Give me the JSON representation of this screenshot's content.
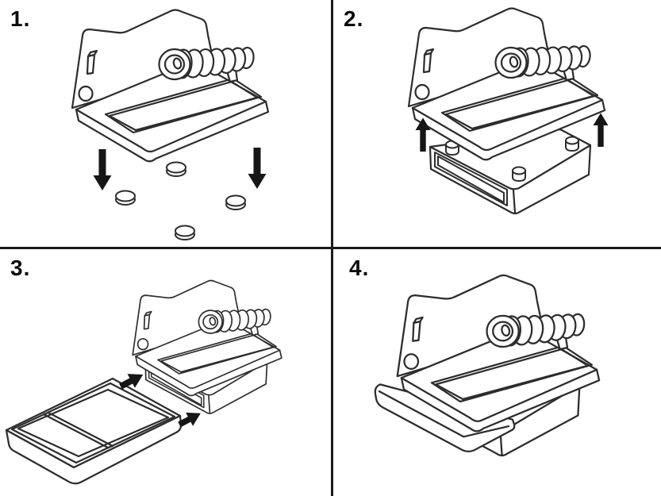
{
  "page": {
    "background": "#ffffff",
    "divider_color": "#1c1c1c"
  },
  "artwork": {
    "line_color": "#2d2d2d",
    "arrow_color": "#161616",
    "fill_color": "#ffffff"
  },
  "steps": [
    {
      "label": "1.",
      "illustration": "soldering-stand-above-four-round-feet",
      "arrows": [
        "down",
        "down"
      ],
      "parts": [
        "soldering-stand-with-coil",
        "round-foot",
        "round-foot",
        "round-foot",
        "round-foot"
      ]
    },
    {
      "label": "2.",
      "illustration": "soldering-stand-lifted-above-base-box-with-pegs",
      "arrows": [
        "up",
        "up"
      ],
      "parts": [
        "soldering-stand-with-coil",
        "base-box-with-pegs"
      ]
    },
    {
      "label": "3.",
      "illustration": "divided-tray-sliding-into-assembled-stand",
      "arrows": [
        "diagonal-up-right",
        "diagonal-up-right"
      ],
      "parts": [
        "assembled-stand-on-base-box",
        "divided-tray"
      ]
    },
    {
      "label": "4.",
      "illustration": "fully-assembled-stand-with-tray-inserted",
      "arrows": [],
      "parts": [
        "assembled-stand-with-tray"
      ]
    }
  ]
}
